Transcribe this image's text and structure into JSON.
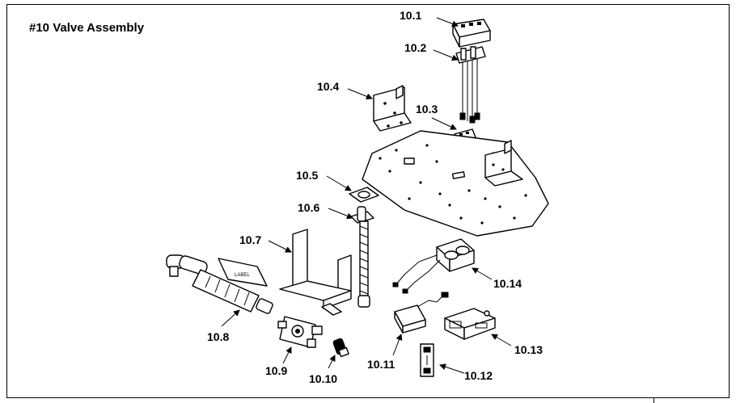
{
  "title": "#10 Valve Assembly",
  "parts": [
    {
      "id": "10.1"
    },
    {
      "id": "10.2"
    },
    {
      "id": "10.3"
    },
    {
      "id": "10.4"
    },
    {
      "id": "10.5"
    },
    {
      "id": "10.6"
    },
    {
      "id": "10.7"
    },
    {
      "id": "10.8"
    },
    {
      "id": "10.9"
    },
    {
      "id": "10.10"
    },
    {
      "id": "10.11"
    },
    {
      "id": "10.12"
    },
    {
      "id": "10.13"
    },
    {
      "id": "10.14"
    }
  ]
}
